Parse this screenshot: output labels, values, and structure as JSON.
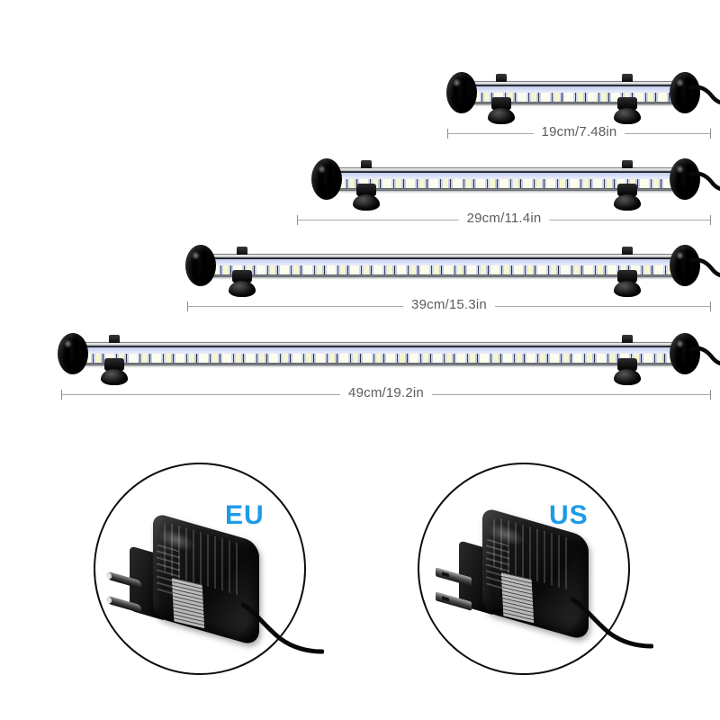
{
  "page": {
    "background": "#ffffff",
    "accent_color": "#1e9be8",
    "dimension_text_color": "#5c5c5c"
  },
  "products": [
    {
      "id": "led-bar-19cm",
      "dimension_label": "19cm/7.48in",
      "length_cm": 19,
      "length_in": 7.48,
      "icon": "led-light-bar-icon"
    },
    {
      "id": "led-bar-29cm",
      "dimension_label": "29cm/11.4in",
      "length_cm": 29,
      "length_in": 11.4,
      "icon": "led-light-bar-icon"
    },
    {
      "id": "led-bar-39cm",
      "dimension_label": "39cm/15.3in",
      "length_cm": 39,
      "length_in": 15.3,
      "icon": "led-light-bar-icon"
    },
    {
      "id": "led-bar-49cm",
      "dimension_label": "49cm/19.2in",
      "length_cm": 49,
      "length_in": 19.2,
      "icon": "led-light-bar-icon"
    }
  ],
  "adapters": [
    {
      "id": "adapter-eu",
      "label": "EU",
      "plug_type": "round-pin",
      "icon": "power-adapter-eu-icon"
    },
    {
      "id": "adapter-us",
      "label": "US",
      "plug_type": "flat-blade",
      "icon": "power-adapter-us-icon"
    }
  ]
}
